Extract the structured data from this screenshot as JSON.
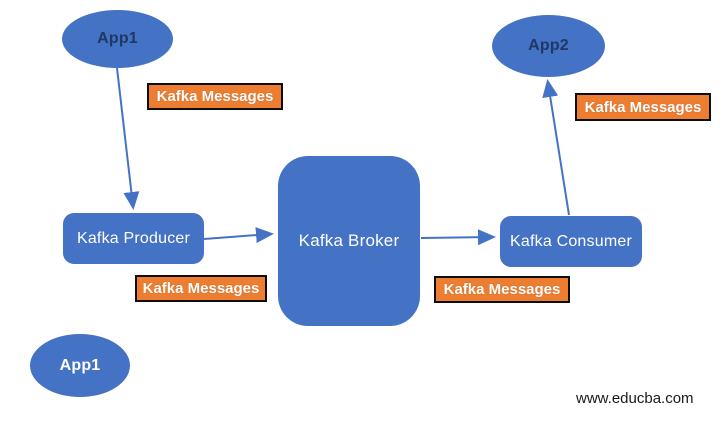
{
  "diagram": {
    "type": "flow-diagram",
    "topic": "Kafka message flow architecture",
    "watermark": "www.educba.com",
    "colors": {
      "node_fill": "#4472C4",
      "arrow": "#4472C4",
      "app_text_dark": "#1F3864",
      "node_text_light": "#FFFFFF",
      "label_fill": "#ED7D31",
      "label_border": "#0D0D0D",
      "label_text": "#FFFFFF",
      "background": "#FFFFFF"
    },
    "nodes": [
      {
        "id": "app1-top",
        "label": "App1",
        "shape": "ellipse",
        "text_color": "#1F3864"
      },
      {
        "id": "app2",
        "label": "App2",
        "shape": "ellipse",
        "text_color": "#1F3864"
      },
      {
        "id": "producer",
        "label": "Kafka Producer",
        "shape": "rounded-rectangle",
        "text_color": "#FFFFFF"
      },
      {
        "id": "broker",
        "label": "Kafka Broker",
        "shape": "rounded-rectangle",
        "text_color": "#FFFFFF"
      },
      {
        "id": "consumer",
        "label": "Kafka Consumer",
        "shape": "rounded-rectangle",
        "text_color": "#FFFFFF"
      },
      {
        "id": "app1-bottom",
        "label": "App1",
        "shape": "ellipse",
        "text_color": "#FFFFFF"
      }
    ],
    "message_labels": [
      {
        "id": "msg-top-left",
        "text": "Kafka Messages"
      },
      {
        "id": "msg-below-producer",
        "text": "Kafka Messages"
      },
      {
        "id": "msg-below-broker",
        "text": "Kafka Messages"
      },
      {
        "id": "msg-top-right",
        "text": "Kafka Messages"
      }
    ],
    "arrows": [
      {
        "id": "app1-to-producer",
        "from": "app1-top",
        "to": "producer"
      },
      {
        "id": "producer-to-broker",
        "from": "producer",
        "to": "broker"
      },
      {
        "id": "broker-to-consumer",
        "from": "broker",
        "to": "consumer"
      },
      {
        "id": "consumer-to-app2",
        "from": "consumer",
        "to": "app2"
      }
    ]
  }
}
